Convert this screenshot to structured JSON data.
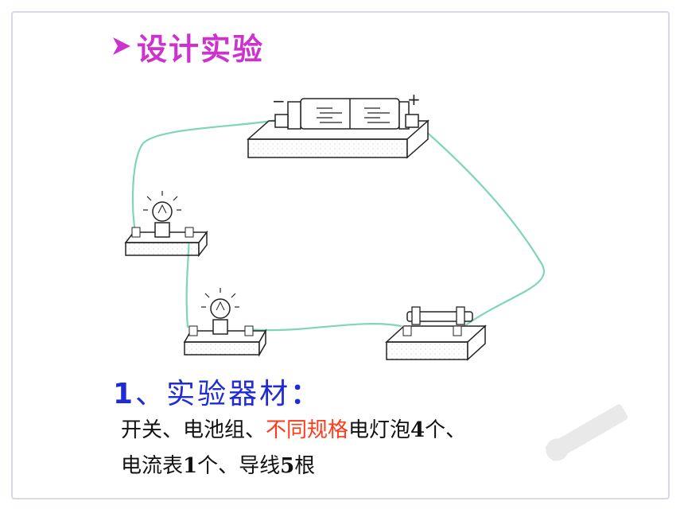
{
  "slide": {
    "title": "设计实验",
    "bullet_icon": "triangle-arrow-bullet",
    "section_heading": {
      "number": "1",
      "separator": "、",
      "label": "实验器材",
      "colon": "："
    },
    "materials_line1": {
      "part1": "开关、电池组、",
      "highlight": "不同规格",
      "part2": "电灯泡",
      "count": "4",
      "part3": "个、"
    },
    "materials_line2": {
      "part1": "电流表",
      "count1": "1",
      "part2": "个、导线",
      "count2": "5",
      "part3": "根"
    },
    "battery_labels": {
      "negative": "−",
      "positive": "+"
    }
  },
  "colors": {
    "title": "#cc33cc",
    "heading": "#1f2cd6",
    "highlight": "#ff3a1a",
    "wire": "#7fd6b4",
    "frame": "#d6dbe3"
  }
}
